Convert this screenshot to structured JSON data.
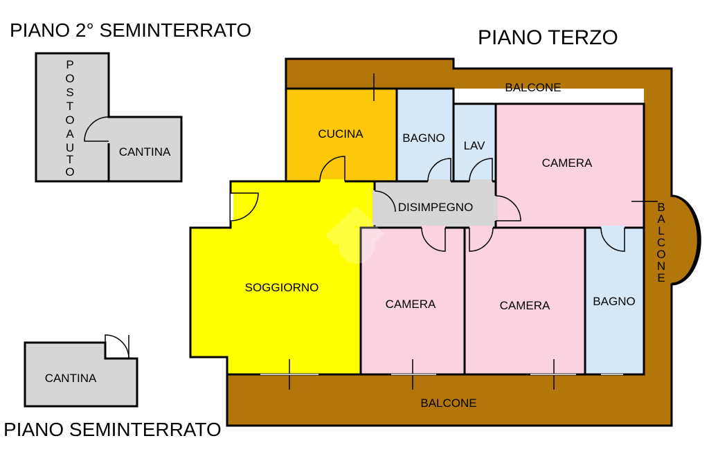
{
  "titles": {
    "upper_basement": "PIANO 2° SEMINTERRATO",
    "third_floor": "PIANO TERZO",
    "basement": "PIANO SEMINTERRATO"
  },
  "rooms": {
    "posto_auto": [
      "P",
      "O",
      "S",
      "T",
      "O",
      "A",
      "U",
      "T",
      "O"
    ],
    "cantina_upper": "CANTINA",
    "cantina_lower": "CANTINA",
    "balcone_top": "BALCONE",
    "balcone_bottom": "BALCONE",
    "balcone_right": [
      "B",
      "A",
      "L",
      "C",
      "O",
      "N",
      "E"
    ],
    "cucina": "CUCINA",
    "bagno_1": "BAGNO",
    "lav": "LAV",
    "camera_1": "CAMERA",
    "disimpegno": "DISIMPEGNO",
    "soggiorno": "SOGGIORNO",
    "camera_2": "CAMERA",
    "camera_3": "CAMERA",
    "bagno_2": "BAGNO"
  },
  "colors": {
    "balcone": "#b3760a",
    "cucina": "#fdc80a",
    "bagno": "#d4e8f8",
    "camera": "#fbd3e0",
    "disimpegno": "#d6d6d6",
    "soggiorno": "#ffff00",
    "basement": "#d6d6d6"
  }
}
